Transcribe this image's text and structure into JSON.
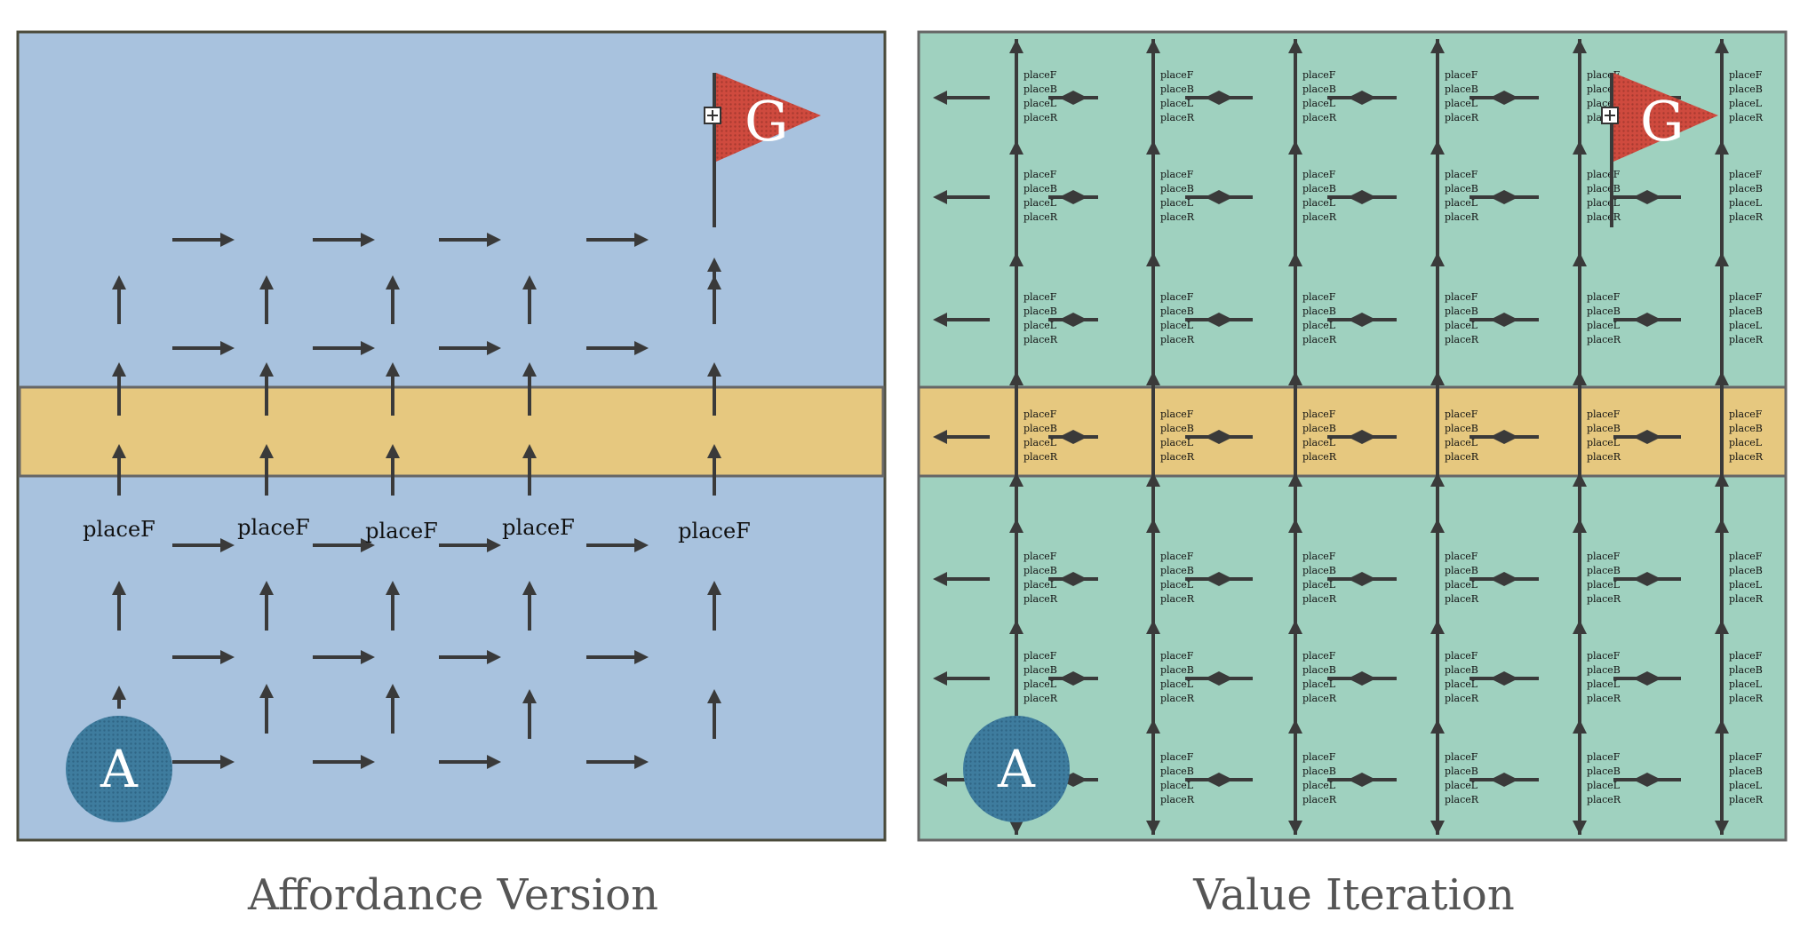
{
  "colors": {
    "affordance_background": "#a8c2de",
    "value_iteration_background": "#9fd1bf",
    "river": "#e6c87f",
    "arrow": "#3a3a3a",
    "agent": "#3e7c9e",
    "goal_flag": "#cf4a3e",
    "border": "#4a4a3a"
  },
  "panels": {
    "affordance": {
      "title": "Affordance Version",
      "agent_label": "A",
      "goal_label": "G",
      "place_action_label": "placeF"
    },
    "value_iteration": {
      "title": "Value Iteration",
      "agent_label": "A",
      "goal_label": "G",
      "cell_action_labels": [
        "placeF",
        "placeB",
        "placeL",
        "placeR"
      ]
    }
  },
  "icons": {
    "agent": "agent-circle-icon",
    "goal": "goal-flag-icon",
    "action_arrow": "arrow-icon",
    "goal_marker": "plus-box-icon"
  }
}
